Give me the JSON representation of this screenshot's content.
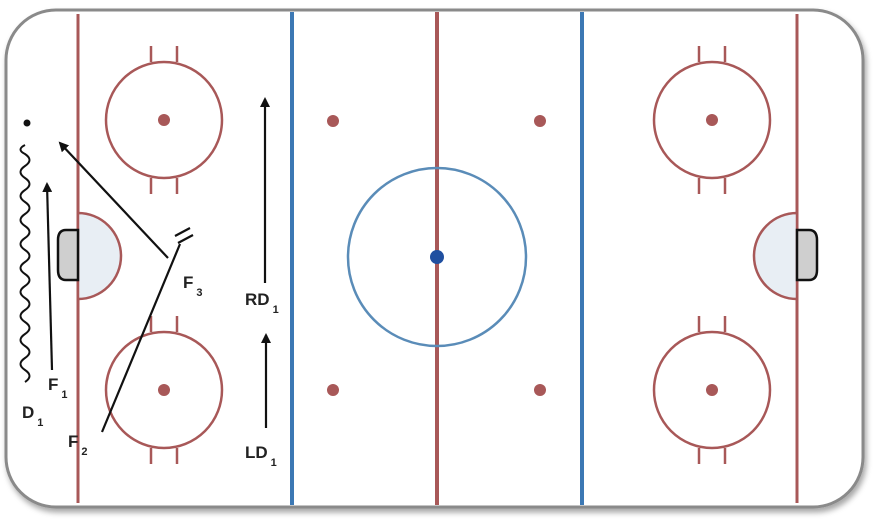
{
  "diagram": {
    "type": "hockey-rink-drill",
    "colors": {
      "board": "#8a8a8a",
      "red_line": "#a85858",
      "blue_line": "#3c78b4",
      "center_circle": "#5a8cb8",
      "center_dot": "#1f4fa0",
      "crease_fill": "#e8eef4",
      "net_fill": "#cfcfcf",
      "arrow": "#111111"
    },
    "players": [
      {
        "id": "D1",
        "main": "D",
        "sub": "1"
      },
      {
        "id": "F1",
        "main": "F",
        "sub": "1"
      },
      {
        "id": "F2",
        "main": "F",
        "sub": "2"
      },
      {
        "id": "F3",
        "main": "F",
        "sub": "3"
      },
      {
        "id": "RD1",
        "main": "RD",
        "sub": "1"
      },
      {
        "id": "LD1",
        "main": "LD",
        "sub": "1"
      }
    ]
  }
}
